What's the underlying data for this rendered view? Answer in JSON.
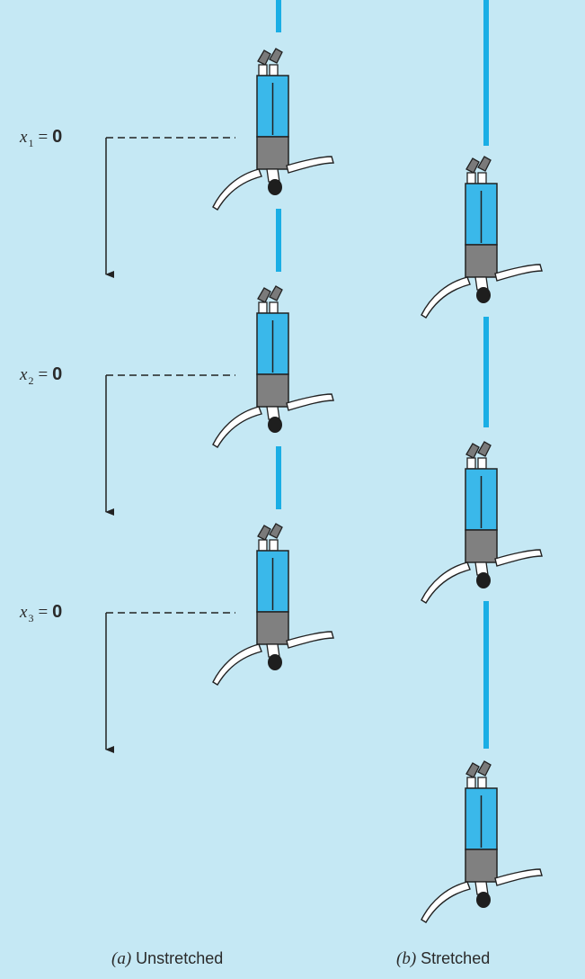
{
  "markers": [
    {
      "var": "x",
      "sub": "1",
      "eq": "=",
      "val": "0"
    },
    {
      "var": "x",
      "sub": "2",
      "eq": "=",
      "val": "0"
    },
    {
      "var": "x",
      "sub": "3",
      "eq": "=",
      "val": "0"
    }
  ],
  "captions": {
    "a": {
      "tag": "(a)",
      "text": "Unstretched"
    },
    "b": {
      "tag": "(b)",
      "text": "Stretched"
    }
  },
  "colors": {
    "background": "#c5e8f4",
    "cord": "#1aaee5",
    "pants": "#3ab8ea",
    "shirt": "#808080",
    "shoes": "#7a7a7a",
    "hair": "#1e1e1e",
    "skin": "#ffffff",
    "outline": "#222222"
  },
  "icons": [
    "bungee-jumper-icon",
    "down-arrow-icon"
  ]
}
